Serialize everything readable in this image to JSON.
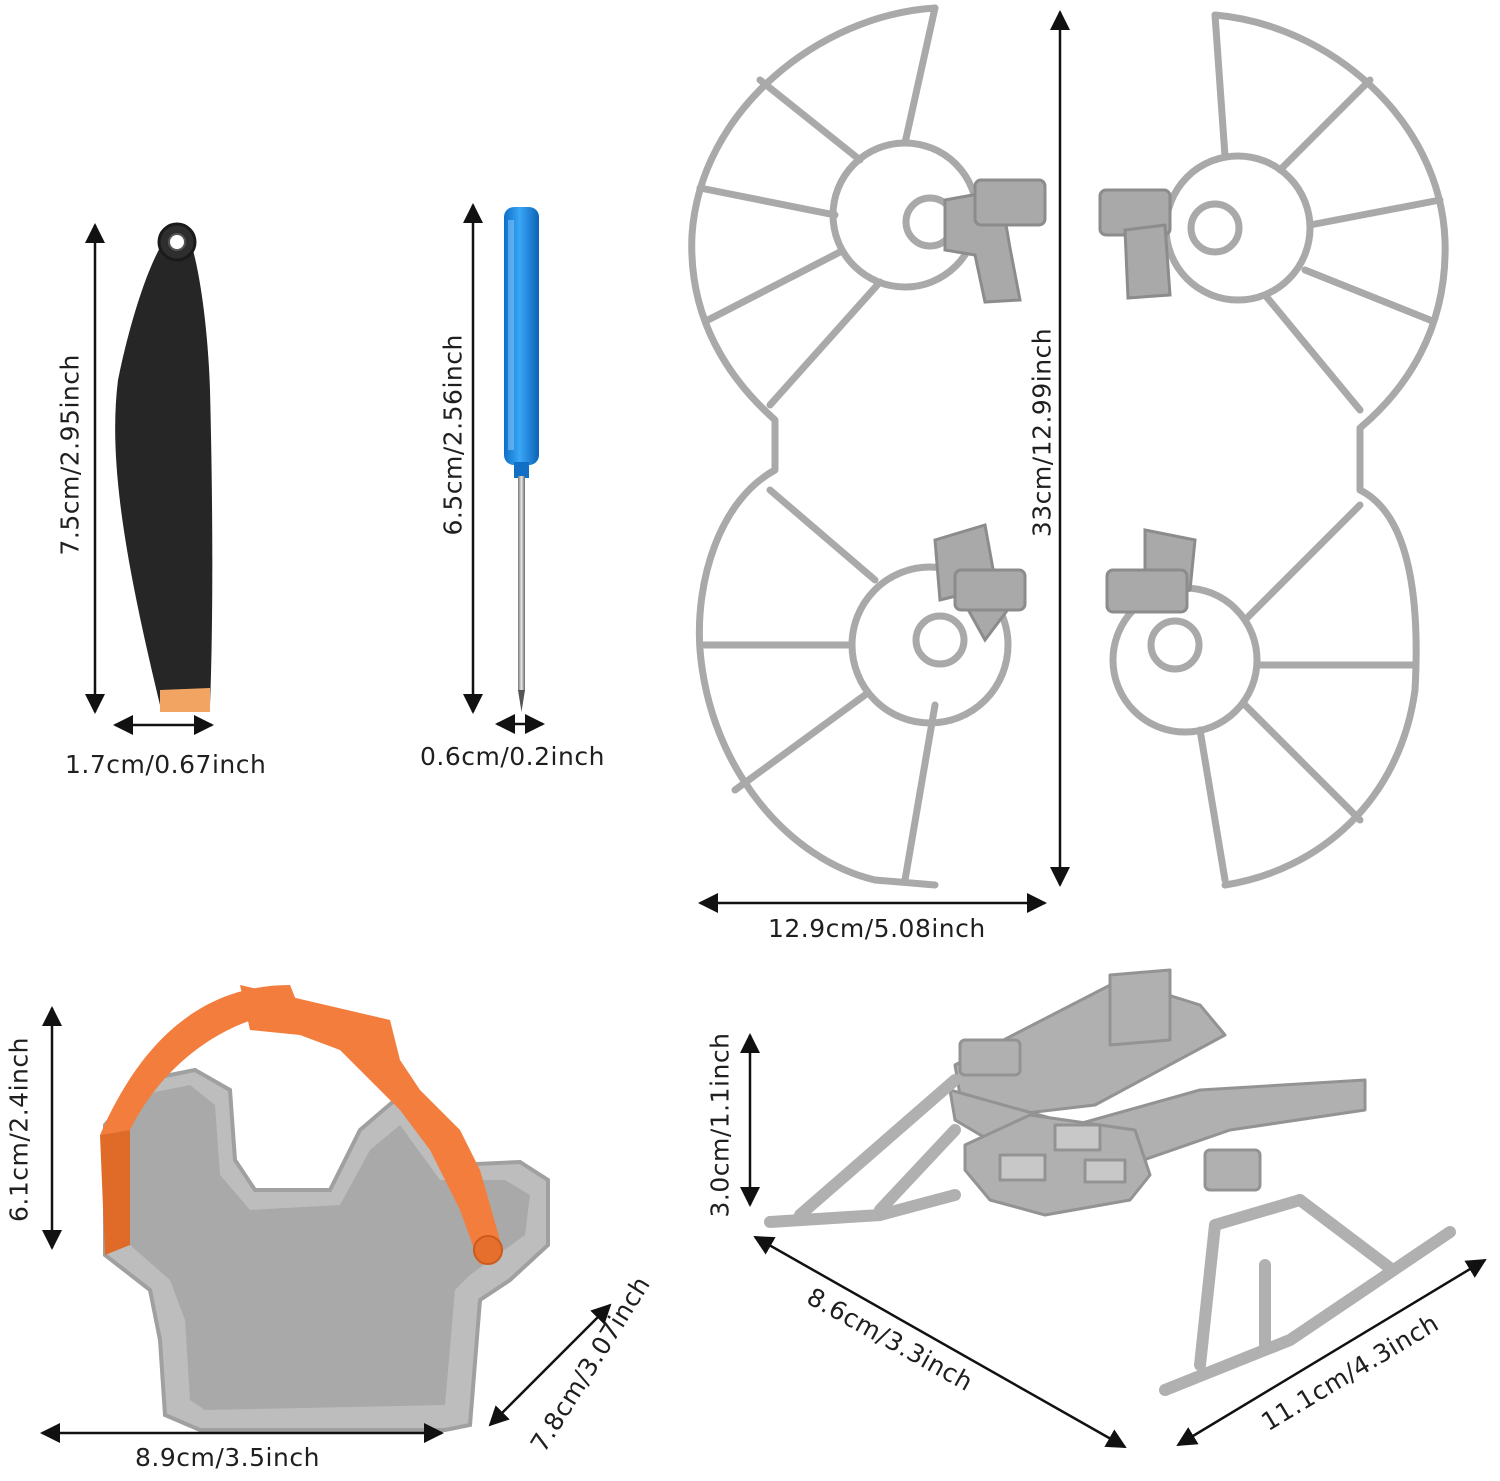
{
  "products": {
    "propeller": {
      "height": "7.5cm/2.95inch",
      "width": "1.7cm/0.67inch",
      "color": "#262626",
      "tip_color": "#f2a563"
    },
    "screwdriver": {
      "height": "6.5cm/2.56inch",
      "width": "0.6cm/0.2inch",
      "handle_color": "#1a8be0"
    },
    "propeller_guard": {
      "height": "33cm/12.99inch",
      "width": "12.9cm/5.08inch",
      "color": "#a9a9a9"
    },
    "gimbal_cover": {
      "height": "6.1cm/2.4inch",
      "depth": "7.8cm/3.07inch",
      "width": "8.9cm/3.5inch",
      "strap_color": "#f27d3c",
      "body_color": "#bdbdbd"
    },
    "landing_gear": {
      "height": "3.0cm/1.1inch",
      "length": "8.6cm/3.3inch",
      "width": "11.1cm/4.3inch",
      "color": "#b0b0b0"
    }
  }
}
